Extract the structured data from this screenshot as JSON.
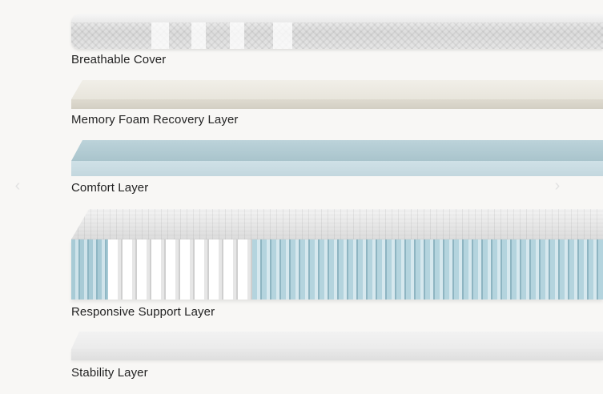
{
  "layers": [
    {
      "label": "Breathable Cover"
    },
    {
      "label": "Memory Foam Recovery Layer"
    },
    {
      "label": "Comfort Layer"
    },
    {
      "label": "Responsive Support Layer"
    },
    {
      "label": "Stability Layer"
    }
  ],
  "carousel": {
    "prev_icon": "‹",
    "next_icon": "›"
  },
  "colors": {
    "background": "#f8f7f5",
    "comfort_foam": "#bcd3da",
    "memory_foam": "#ebe8df",
    "coil_blue": "#b4d4de",
    "label_text": "#222222"
  }
}
